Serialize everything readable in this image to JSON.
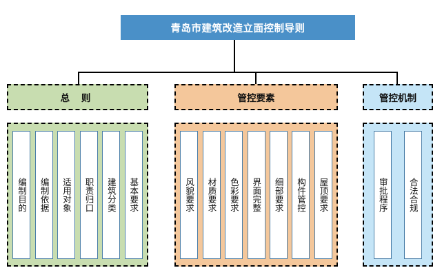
{
  "root": {
    "title": "青岛市建筑改造立面控制导则",
    "color": "#4A90C8"
  },
  "sections": [
    {
      "key": "general",
      "title": "总 则",
      "color": "#C8DDB0",
      "items": [
        {
          "label": "编制目的"
        },
        {
          "label": "编制依据"
        },
        {
          "label": "适用对象"
        },
        {
          "label": "职责归口"
        },
        {
          "label": "建筑分类"
        },
        {
          "label": "基本要求"
        }
      ]
    },
    {
      "key": "control-elements",
      "title": "管控要素",
      "color": "#F4C79B",
      "items": [
        {
          "label": "风貌要求"
        },
        {
          "label": "材质要求"
        },
        {
          "label": "色彩要求"
        },
        {
          "label": "界面完整"
        },
        {
          "label": "细部要求"
        },
        {
          "label": "构件管控"
        },
        {
          "label": "屋顶要求"
        }
      ]
    },
    {
      "key": "control-mechanism",
      "title": "管控机制",
      "color": "#C5E5F7",
      "items": [
        {
          "label": "审批程序"
        },
        {
          "label": "合法合规"
        }
      ]
    }
  ]
}
